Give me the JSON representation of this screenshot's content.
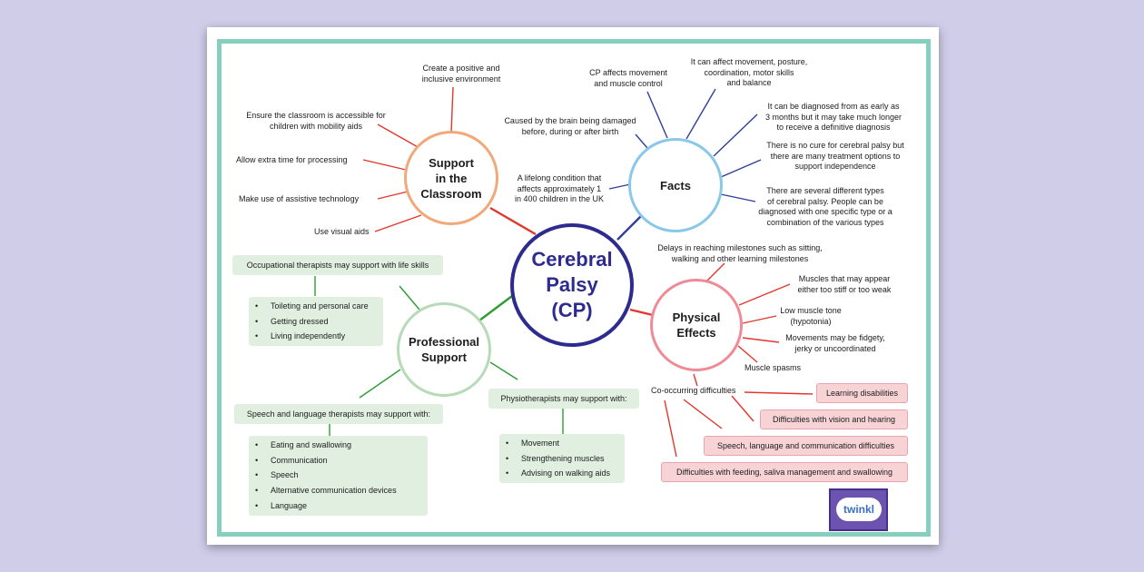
{
  "central": {
    "line1": "Cerebral",
    "line2": "Palsy",
    "line3": "(CP)"
  },
  "support": {
    "title1": "Support",
    "title2": "in the",
    "title3": "Classroom",
    "items": [
      {
        "l1": "Create a positive and",
        "l2": "inclusive environment"
      },
      {
        "l1": "Ensure the classroom is accessible for",
        "l2": "children with mobility aids"
      },
      {
        "l1": "Allow extra time for processing"
      },
      {
        "l1": "Make use of assistive technology"
      },
      {
        "l1": "Use visual aids"
      }
    ]
  },
  "facts": {
    "title": "Facts",
    "items": [
      {
        "l1": "CP affects movement",
        "l2": "and muscle control"
      },
      {
        "l1": "It can affect movement, posture,",
        "l2": "coordination, motor skills",
        "l3": "and balance"
      },
      {
        "l1": "It can be diagnosed from as early as",
        "l2": "3 months but it may take much longer",
        "l3": "to receive a definitive diagnosis"
      },
      {
        "l1": "There is no cure for cerebral palsy but",
        "l2": "there are many treatment options to",
        "l3": "support independence"
      },
      {
        "l1": "There are several different types",
        "l2": "of cerebral palsy. People can be",
        "l3": "diagnosed with one specific type or a",
        "l4": "combination of the various types"
      },
      {
        "l1": "Caused by the brain being damaged",
        "l2": "before, during or after birth"
      },
      {
        "l1": "A lifelong condition that",
        "l2": "affects approximately 1",
        "l3": "in 400 children in the UK"
      }
    ]
  },
  "physical": {
    "title1": "Physical",
    "title2": "Effects",
    "items": [
      {
        "l1": "Delays in reaching milestones such as sitting,",
        "l2": "walking and other learning milestones"
      },
      {
        "l1": "Muscles that may appear",
        "l2": "either too stiff or too weak"
      },
      {
        "l1": "Low muscle tone",
        "l2": "(hypotonia)"
      },
      {
        "l1": "Movements may be fidgety,",
        "l2": "jerky or uncoordinated"
      },
      {
        "l1": "Muscle spasms"
      }
    ],
    "cooccurring": "Co-occurring difficulties",
    "difficulties": [
      "Learning disabilities",
      "Difficulties with vision and hearing",
      "Speech, language and communication difficulties",
      "Difficulties with feeding, saliva management and swallowing"
    ]
  },
  "professional": {
    "title1": "Professional",
    "title2": "Support",
    "ot": {
      "heading": "Occupational therapists may support with life skills",
      "items": [
        "Toileting and personal care",
        "Getting dressed",
        "Living independently"
      ]
    },
    "slt": {
      "heading": "Speech and language therapists may support with:",
      "items": [
        "Eating and swallowing",
        "Communication",
        "Speech",
        "Alternative communication devices",
        "Language"
      ]
    },
    "physio": {
      "heading": "Physiotherapists may support with:",
      "items": [
        "Movement",
        "Strengthening muscles",
        "Advising on walking aids"
      ]
    }
  },
  "logo": {
    "text": "twinkl"
  },
  "colors": {
    "support": "#f2a97a",
    "facts": "#89c8e8",
    "physical": "#ef8a96",
    "professional": "#b7dab8",
    "central": "#2e2b8f",
    "frame": "#86cfbf"
  }
}
